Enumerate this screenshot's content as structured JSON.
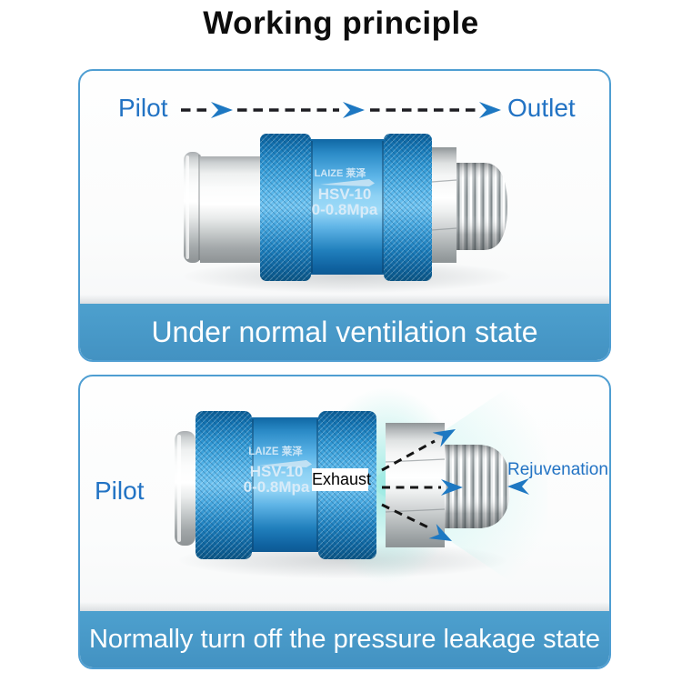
{
  "title": "Working principle",
  "colors": {
    "panel_border": "#4f9ed2",
    "caption_bar": "#4697c6",
    "label_text": "#2273c4",
    "arrow_blue": "#1d78c2",
    "dash_dark": "#1d1d22",
    "valve_blue": "#2f97d3",
    "glow_teal": "#9ce4da"
  },
  "panel1": {
    "flow_start": "Pilot",
    "flow_end": "Outlet",
    "valve": {
      "brand": "LAIZE 莱泽",
      "model": "HSV-10",
      "pressure": "0-0.8Mpa"
    },
    "caption": "Under normal ventilation state"
  },
  "panel2": {
    "pilot": "Pilot",
    "exhaust": "Exhaust",
    "rejuvenation": "Rejuvenation",
    "valve": {
      "brand": "LAIZE 莱泽",
      "model": "HSV-10",
      "pressure": "0-0.8Mpa"
    },
    "caption": "Normally turn off the pressure leakage state"
  }
}
